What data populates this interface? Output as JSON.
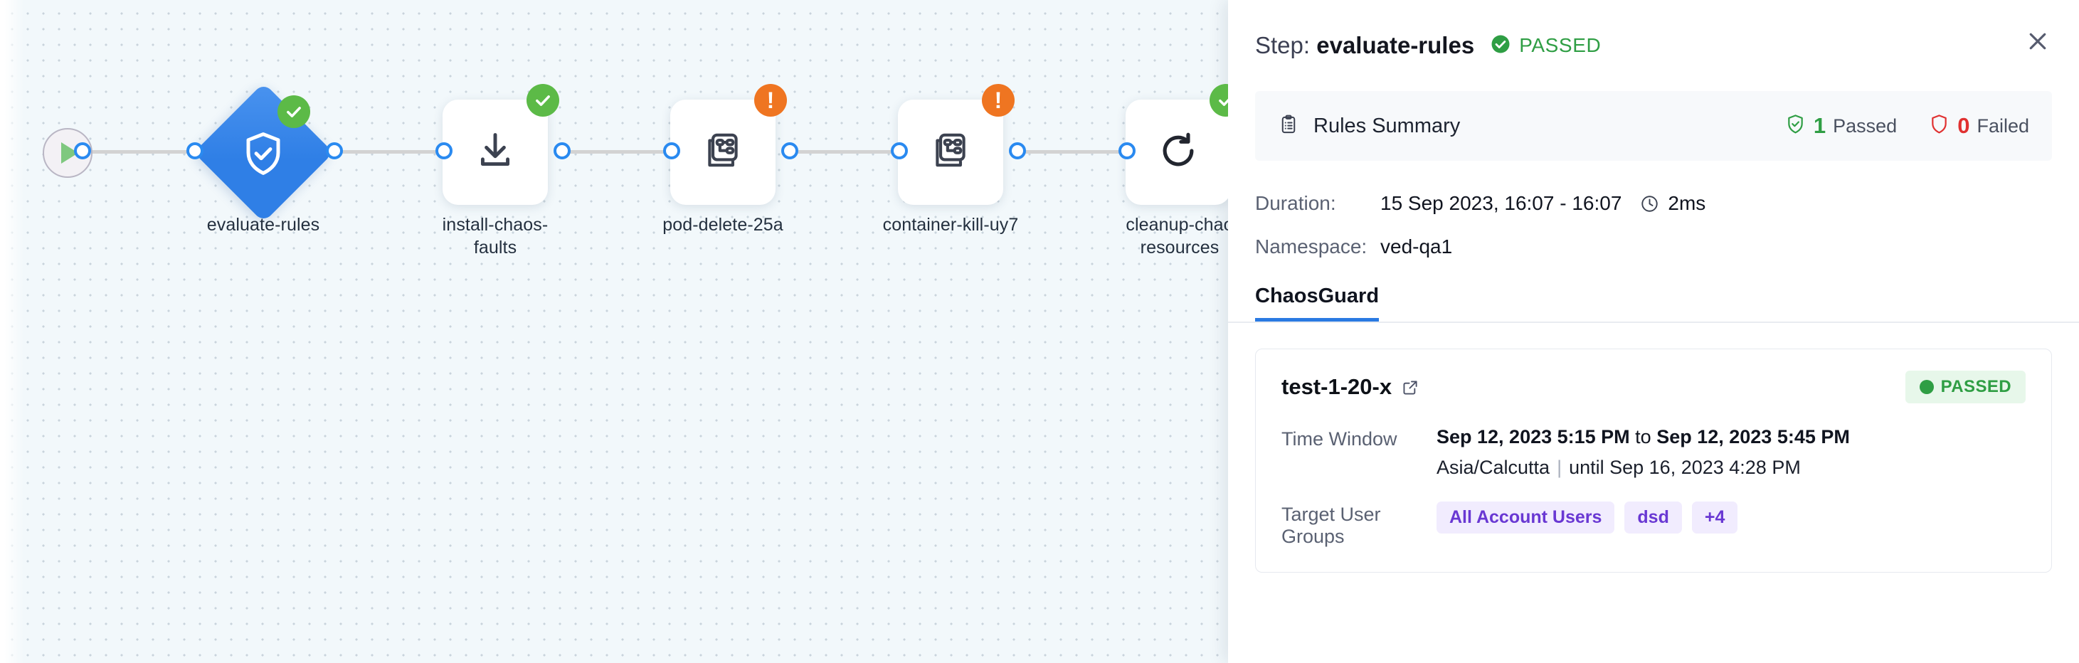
{
  "canvas": {
    "start_node": {
      "icon": "play-icon"
    },
    "nodes": [
      {
        "id": "evaluate-rules",
        "label": "evaluate-rules",
        "icon": "shield-check-icon",
        "shape": "diamond",
        "status": "success",
        "status_icon": "check-circle-icon"
      },
      {
        "id": "install-chaos-faults",
        "label": "install-chaos-\nfaults",
        "icon": "download-icon",
        "shape": "box",
        "status": "success",
        "status_icon": "check-circle-icon"
      },
      {
        "id": "pod-delete-25a",
        "label": "pod-delete-25a",
        "icon": "chaos-fault-icon",
        "shape": "box",
        "status": "warning",
        "status_icon": "exclamation-circle-icon"
      },
      {
        "id": "container-kill-uy7",
        "label": "container-kill-uy7",
        "icon": "chaos-fault-icon",
        "shape": "box",
        "status": "warning",
        "status_icon": "exclamation-circle-icon"
      },
      {
        "id": "cleanup-chaos-resources",
        "label": "cleanup-chao\nresources",
        "icon": "refresh-icon",
        "shape": "box",
        "status": "success",
        "status_icon": "check-circle-icon"
      }
    ]
  },
  "panel": {
    "title_prefix": "Step: ",
    "title_name": "evaluate-rules",
    "status_label": "PASSED",
    "status_icon": "check-circle-icon",
    "close_icon": "close-icon",
    "rules_summary": {
      "icon": "clipboard-icon",
      "title": "Rules Summary",
      "passed_count": "1",
      "passed_label": "Passed",
      "passed_icon": "shield-check-icon",
      "failed_count": "0",
      "failed_label": "Failed",
      "failed_icon": "shield-icon"
    },
    "meta": {
      "duration_key": "Duration:",
      "duration_value": "15 Sep 2023, 16:07 - 16:07",
      "duration_clock_icon": "clock-icon",
      "duration_elapsed": "2ms",
      "namespace_key": "Namespace:",
      "namespace_value": "ved-qa1"
    },
    "tabs": [
      {
        "label": "ChaosGuard",
        "active": true
      }
    ],
    "rule": {
      "name": "test-1-20-x",
      "external_link_icon": "external-link-icon",
      "status_label": "PASSED",
      "time_window_key": "Time Window",
      "time_window_start": "Sep 12, 2023 5:15 PM",
      "time_window_join": " to ",
      "time_window_end": "Sep 12, 2023 5:45 PM",
      "timezone": "Asia/Calcutta",
      "until_text": "until Sep 16, 2023 4:28 PM",
      "target_groups_key": "Target User Groups",
      "target_groups": [
        "All Account Users",
        "dsd",
        "+4"
      ]
    }
  },
  "colors": {
    "accent_blue": "#2a7ae2",
    "node_blue": "#2f7fe6",
    "success_green": "#2f9e44",
    "badge_green": "#5cba47",
    "warning_orange": "#ef7521",
    "fail_red": "#e03131",
    "chip_purple": "#6938d3",
    "canvas_bg": "#f2f8fb"
  }
}
